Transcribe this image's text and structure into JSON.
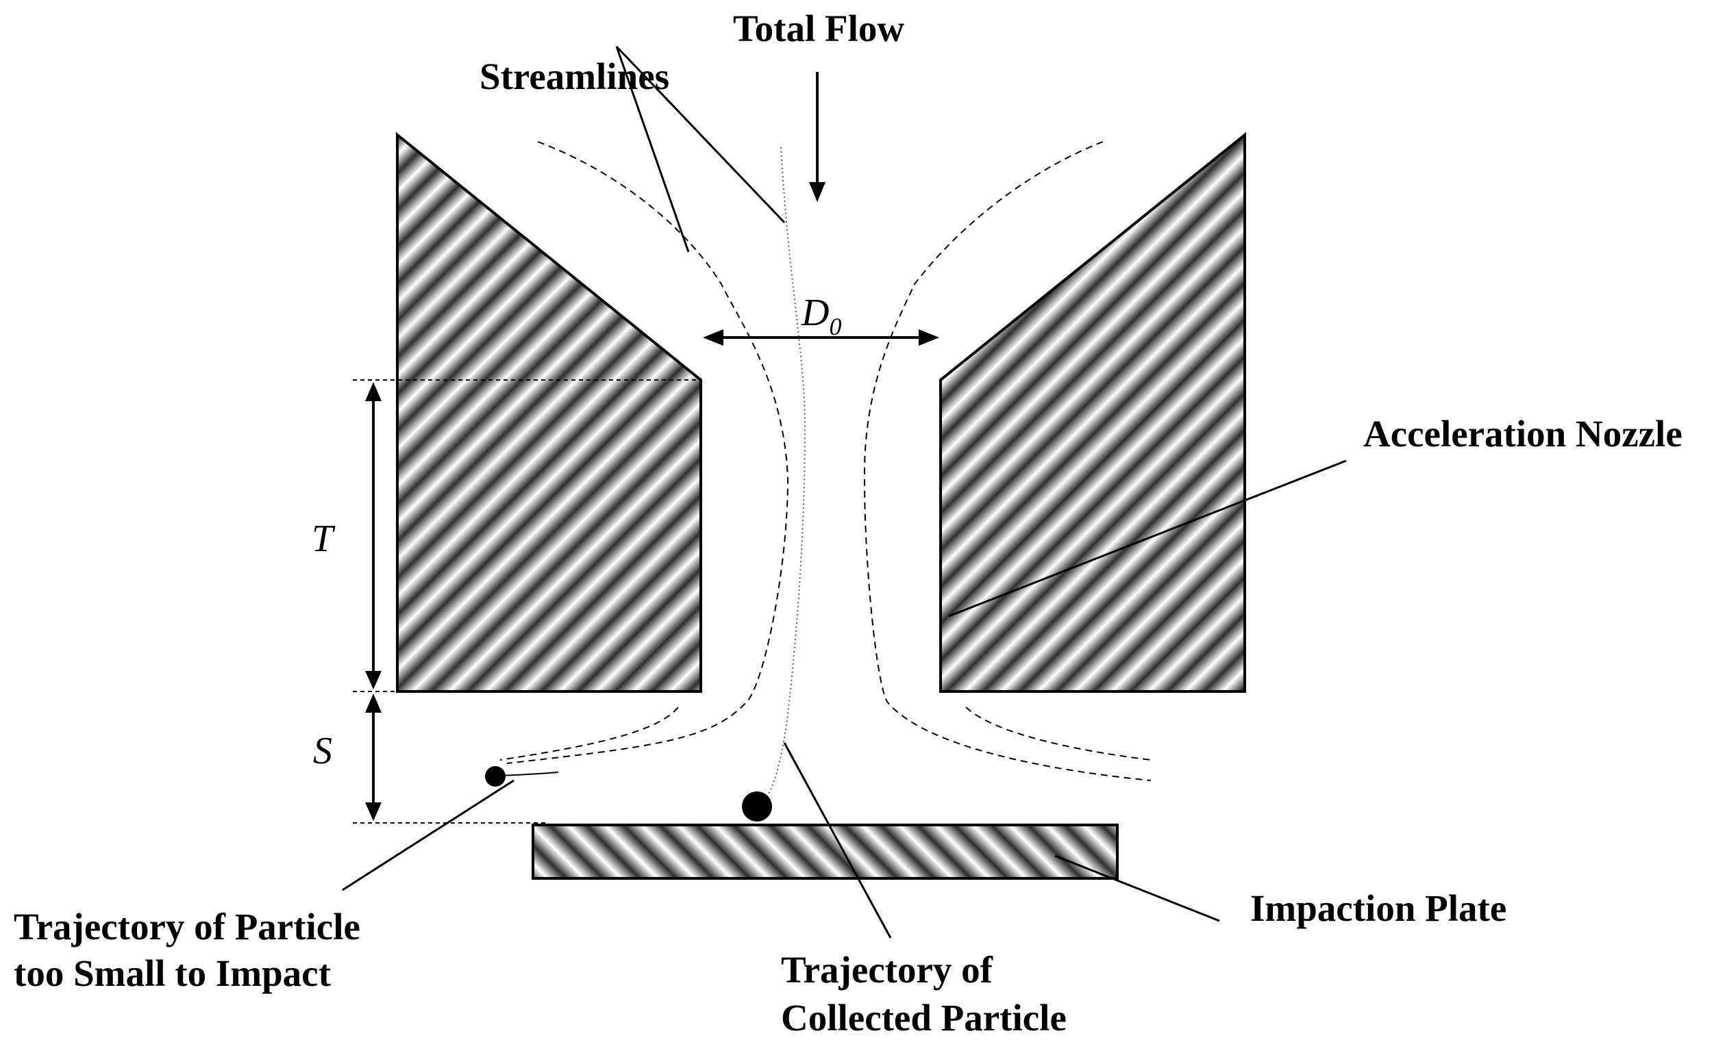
{
  "labels": {
    "total_flow": "Total Flow",
    "streamlines": "Streamlines",
    "d0_main": "D",
    "d0_sub": "0",
    "acceleration_nozzle": "Acceleration Nozzle",
    "t_dim": "T",
    "s_dim": "S",
    "impaction_plate": "Impaction Plate",
    "small_particle_line1": "Trajectory of Particle",
    "small_particle_line2": "too Small to Impact",
    "collected_line1": "Trajectory of",
    "collected_line2": "Collected Particle"
  },
  "colors": {
    "stroke": "#000000",
    "hatch_dark": "#3a3a3a",
    "hatch_light": "#ffffff"
  }
}
